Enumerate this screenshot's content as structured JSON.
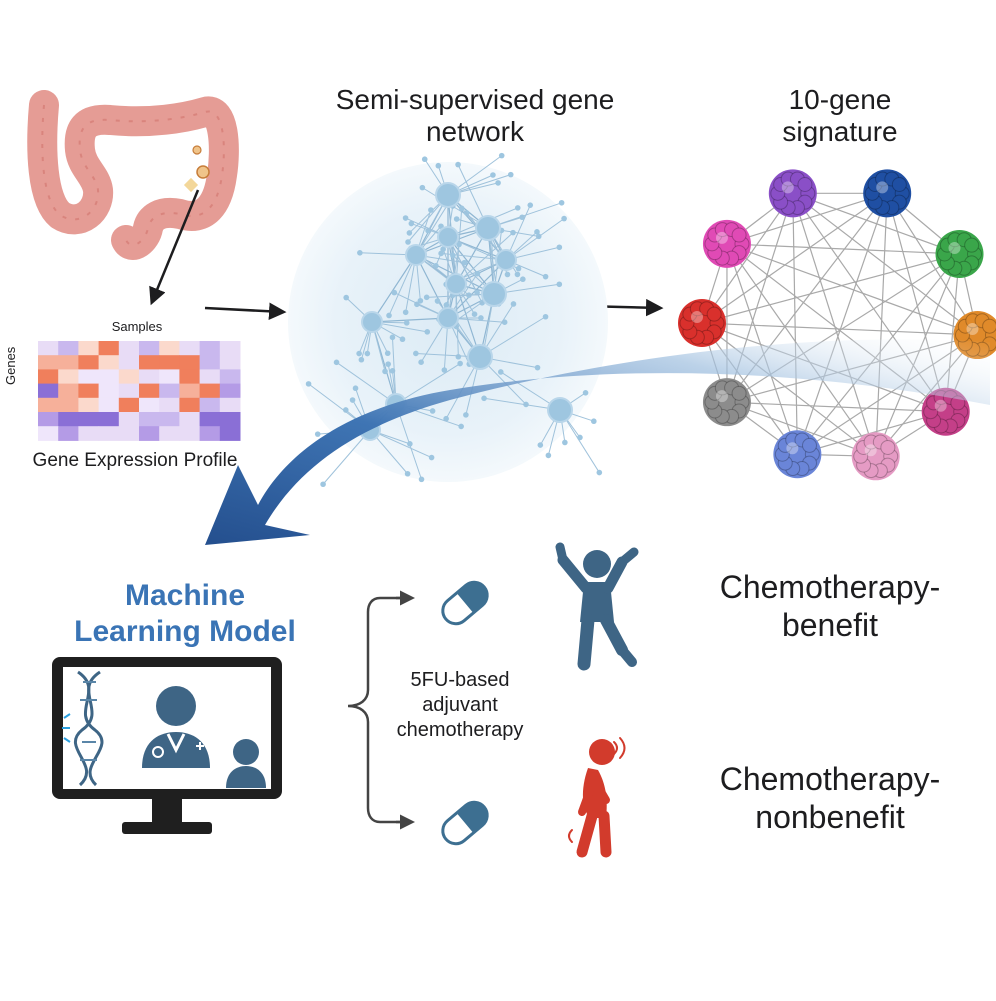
{
  "labels": {
    "network_title": "Semi-supervised gene network",
    "signature_title": "10-gene signature",
    "samples": "Samples",
    "genes": "Genes",
    "profile": "Gene Expression Profile",
    "ml_model": "Machine Learning Model",
    "treatment": "5FU-based adjuvant chemotherapy",
    "benefit": "Chemotherapy-benefit",
    "nonbenefit": "Chemotherapy-nonbenefit"
  },
  "colors": {
    "ml_title": "#3a74b5",
    "arrow": "#2f62a3",
    "pill_blue": "#3d6f91",
    "person_benefit": "#3e6585",
    "person_nonbenefit": "#d23b2c",
    "network_node": "#9ec6e0",
    "network_halo": "#e6f1f8",
    "heatmap_high": "#f07f5c",
    "heatmap_low": "#8a6fd6",
    "colon": "#e59c95"
  },
  "gene_colors": [
    "#8a4fc7",
    "#1f4fa3",
    "#3aa64a",
    "#e08a2a",
    "#c43f88",
    "#e59bc4",
    "#6a85d8",
    "#8c8c8c",
    "#d9302c",
    "#e04ab5"
  ],
  "icons": [
    "colon-organ-icon",
    "dna-icon",
    "doctor-icon",
    "patient-icon",
    "monitor-icon",
    "capsule-icon",
    "person-celebrating-icon",
    "person-unwell-icon",
    "gene-cluster-icon"
  ]
}
